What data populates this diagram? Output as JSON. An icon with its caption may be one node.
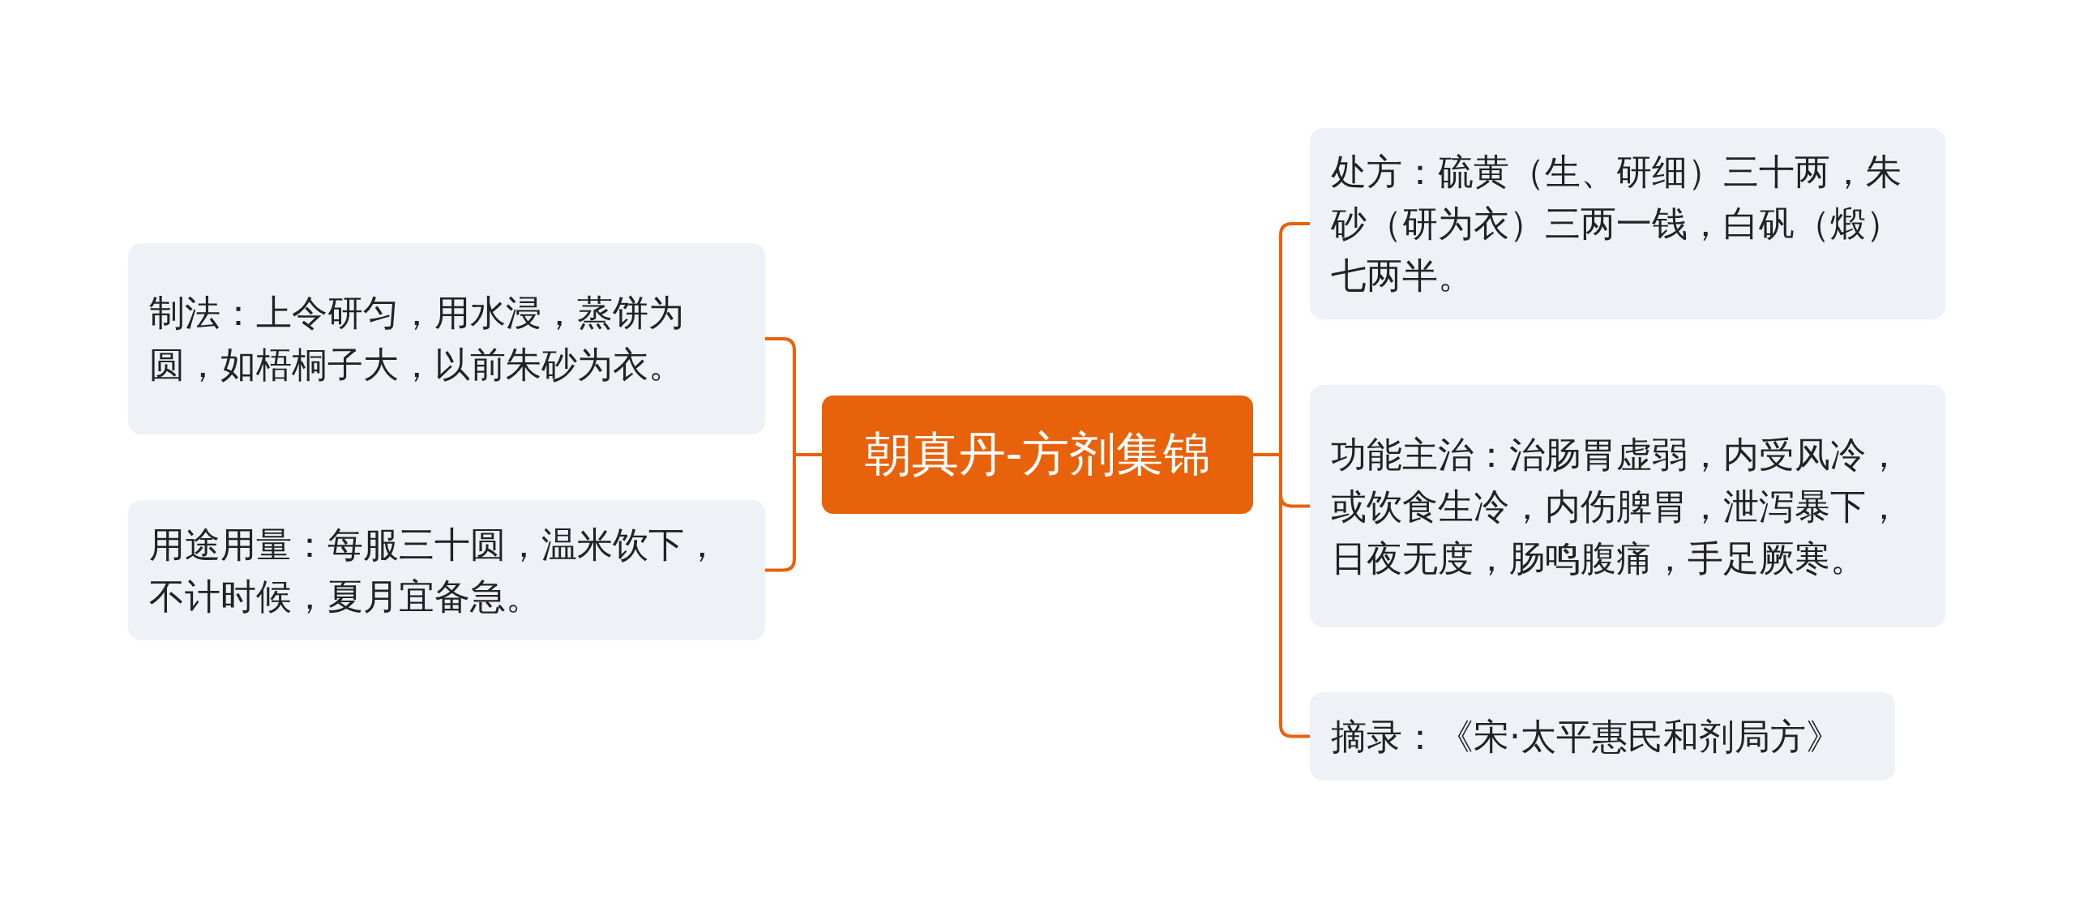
{
  "diagram": {
    "nodes": [
      {
        "text": [
          "朝真丹-方剂集锦"
        ]
      },
      {
        "text": [
          "制法：上令研匀，用水浸，蒸饼为圆，如梧桐子大，以前朱砂为衣。"
        ]
      },
      {
        "text": [
          "用途用量：每服三十圆，温米饮下，不计时候，夏月宜备急。"
        ]
      },
      {
        "text": [
          "处方：硫黄（生、研细）三十两，朱砂（研为衣）三两一钱，白矾（煅）七两半。"
        ]
      },
      {
        "text": [
          "功能主治：治肠胃虚弱，内受风冷，或饮食生冷，内伤脾胃，泄泻暴下，日夜无度，肠鸣腹痛，手足厥寒。"
        ]
      },
      {
        "text": [
          "摘录：《宋·太平惠民和剂局方》"
        ]
      }
    ],
    "edges": [
      {
        "from": 0,
        "to": 1,
        "arrow": "none"
      },
      {
        "from": 0,
        "to": 2,
        "arrow": "none"
      },
      {
        "from": 0,
        "to": 3,
        "arrow": "none"
      },
      {
        "from": 0,
        "to": 4,
        "arrow": "none"
      },
      {
        "from": 0,
        "to": 5,
        "arrow": "none"
      }
    ]
  }
}
